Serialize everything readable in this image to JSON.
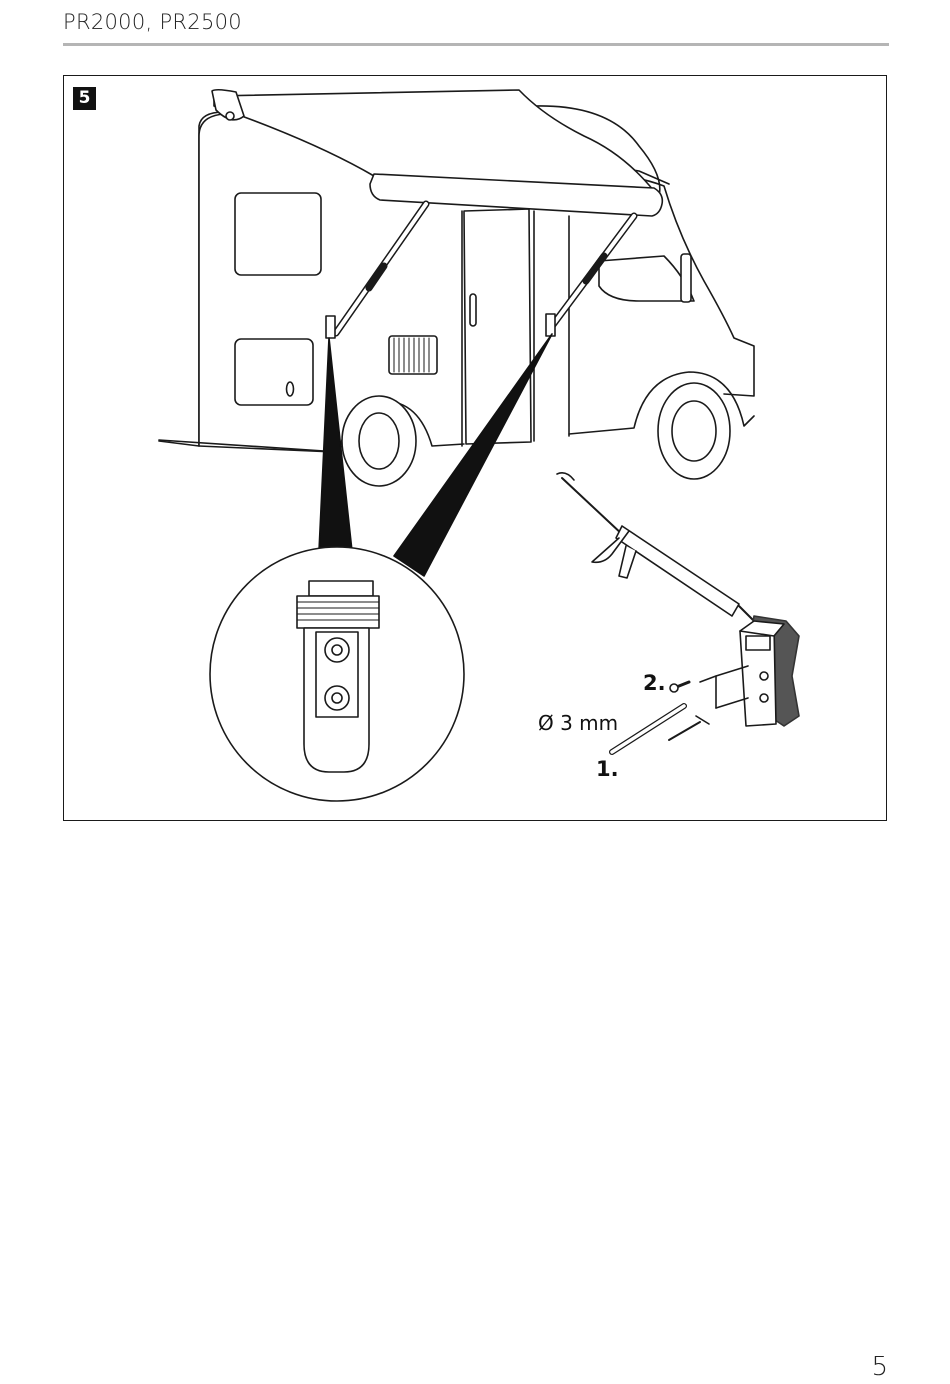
{
  "header": {
    "title": "PR2000, PR2500"
  },
  "figure": {
    "number": "5",
    "labels": {
      "step_two": "2.",
      "diameter": "Ø 3 mm",
      "step_one": "1."
    }
  },
  "footer": {
    "page_number": "5"
  }
}
